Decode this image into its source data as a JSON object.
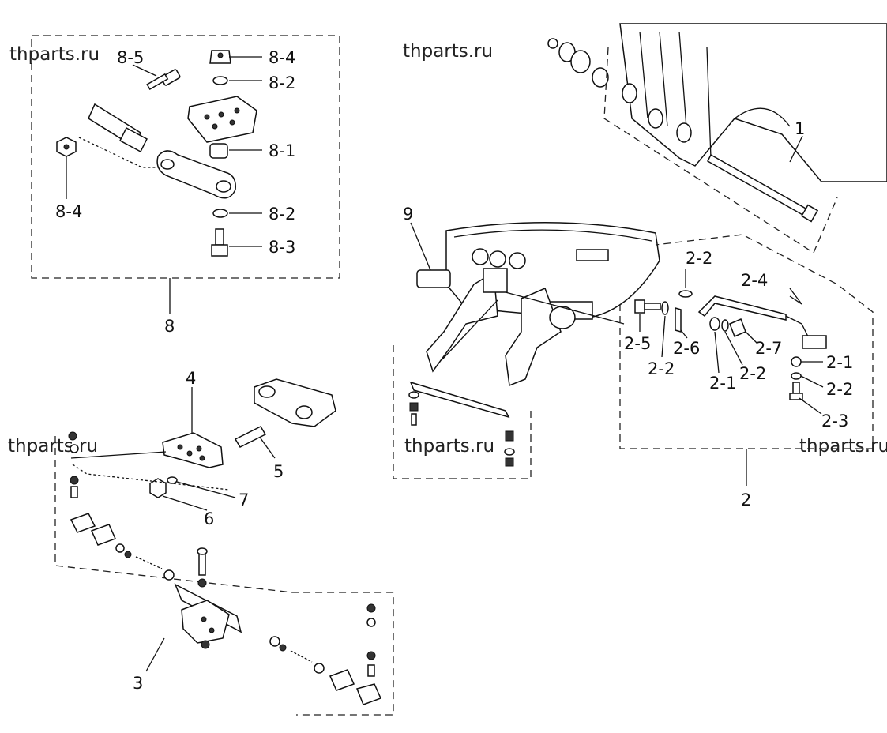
{
  "watermark": "thparts.ru",
  "labels": {
    "l1": "1",
    "l2": "2",
    "l2_1a": "2-1",
    "l2_1b": "2-1",
    "l2_2a": "2-2",
    "l2_2b": "2-2",
    "l2_2c": "2-2",
    "l2_2d": "2-2",
    "l2_3": "2-3",
    "l2_4": "2-4",
    "l2_5": "2-5",
    "l2_6": "2-6",
    "l2_7": "2-7",
    "l3": "3",
    "l4": "4",
    "l5": "5",
    "l6": "6",
    "l7": "7",
    "l8": "8",
    "l8_1": "8-1",
    "l8_2a": "8-2",
    "l8_2b": "8-2",
    "l8_3": "8-3",
    "l8_4a": "8-4",
    "l8_4b": "8-4",
    "l8_5": "8-5",
    "l9": "9"
  },
  "colors": {
    "line": "#111111",
    "background": "#ffffff"
  }
}
